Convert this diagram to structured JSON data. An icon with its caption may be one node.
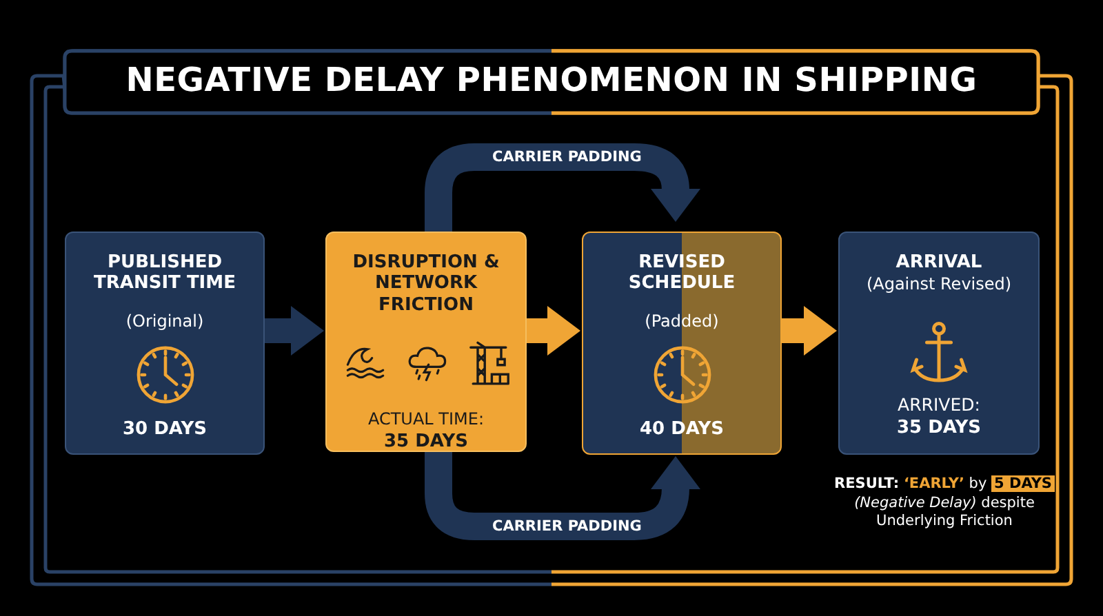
{
  "diagram": {
    "title": "NEGATIVE DELAY PHENOMENON IN SHIPPING",
    "nodes": [
      {
        "text": [
          "PUBLISHED TRANSIT TIME",
          "(Original)",
          "30 DAYS"
        ]
      },
      {
        "text": [
          "DISRUPTION & NETWORK FRICTION",
          "ACTUAL TIME:",
          "35 DAYS"
        ]
      },
      {
        "text": [
          "REVISED SCHEDULE",
          "(Padded)",
          "40 DAYS"
        ]
      },
      {
        "text": [
          "ARRIVAL",
          "(Against Revised)",
          "ARRIVED:",
          "35 DAYS"
        ]
      }
    ],
    "edges": [
      {
        "from": 0,
        "to": 1,
        "arrow": "to"
      },
      {
        "from": 1,
        "to": 2,
        "arrow": "to",
        "color": "#f0a535"
      },
      {
        "from": 2,
        "to": 3,
        "arrow": "to",
        "color": "#f0a535"
      },
      {
        "from": 1,
        "to": 2,
        "arrow": "to",
        "label": "CARRIER PADDING"
      },
      {
        "from": 1,
        "to": 2,
        "arrow": "to",
        "label": "CARRIER PADDING"
      }
    ],
    "labels": [
      "**RESULT:** **‘EARLY’** by **5 DAYS** *(Negative Delay)* despite Underlying Friction"
    ]
  }
}
